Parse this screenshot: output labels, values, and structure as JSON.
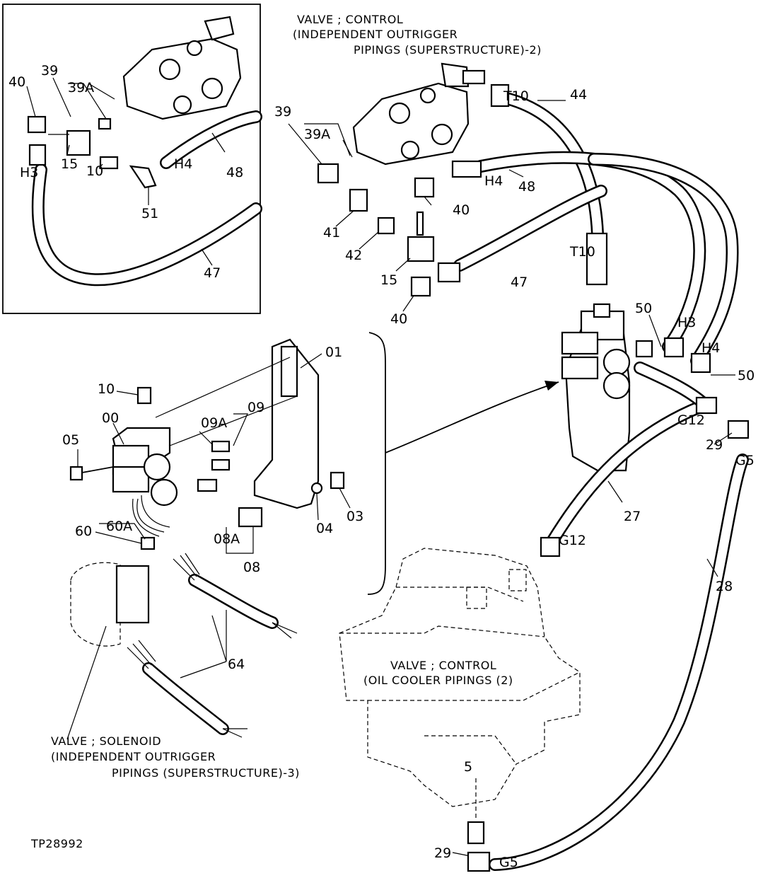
{
  "drawing_id": "TP28992",
  "captions": {
    "control_valve_top": [
      "VALVE ; CONTROL",
      "(INDEPENDENT OUTRIGGER",
      "PIPINGS (SUPERSTRUCTURE)-2)"
    ],
    "control_valve_bottom": [
      "VALVE ; CONTROL",
      "(OIL COOLER PIPINGS (2)"
    ],
    "solenoid_valve": [
      "VALVE ; SOLENOID",
      "(INDEPENDENT OUTRIGGER",
      "PIPINGS (SUPERSTRUCTURE)-3)"
    ]
  },
  "inset_labels": {
    "p40": "40",
    "p39": "39",
    "p39a": "39A",
    "h3": "H3",
    "p15": "15",
    "p10": "10",
    "p51": "51",
    "h4": "H4",
    "p48": "48",
    "p47": "47"
  },
  "upper_labels": {
    "p39": "39",
    "p39a": "39A",
    "t10a": "T10",
    "p44": "44",
    "h4": "H4",
    "p48": "48",
    "p40a": "40",
    "p41": "41",
    "p42": "42",
    "p15": "15",
    "p40b": "40",
    "p47": "47",
    "t10b": "T10"
  },
  "right_labels": {
    "p50a": "50",
    "h3": "H3",
    "h4": "H4",
    "p50b": "50",
    "g12a": "G12",
    "p29a": "29",
    "g5a": "G5",
    "p27": "27",
    "g12b": "G12",
    "p28": "28",
    "p5": "5",
    "p29b": "29",
    "g5b": "G5"
  },
  "solenoid_labels": {
    "p10": "10",
    "p00": "00",
    "p05": "05",
    "p09a": "09A",
    "p09": "09",
    "p01": "01",
    "p60": "60",
    "p60a": "60A",
    "p08a": "08A",
    "p08": "08",
    "p04": "04",
    "p03": "03",
    "p64": "64"
  }
}
